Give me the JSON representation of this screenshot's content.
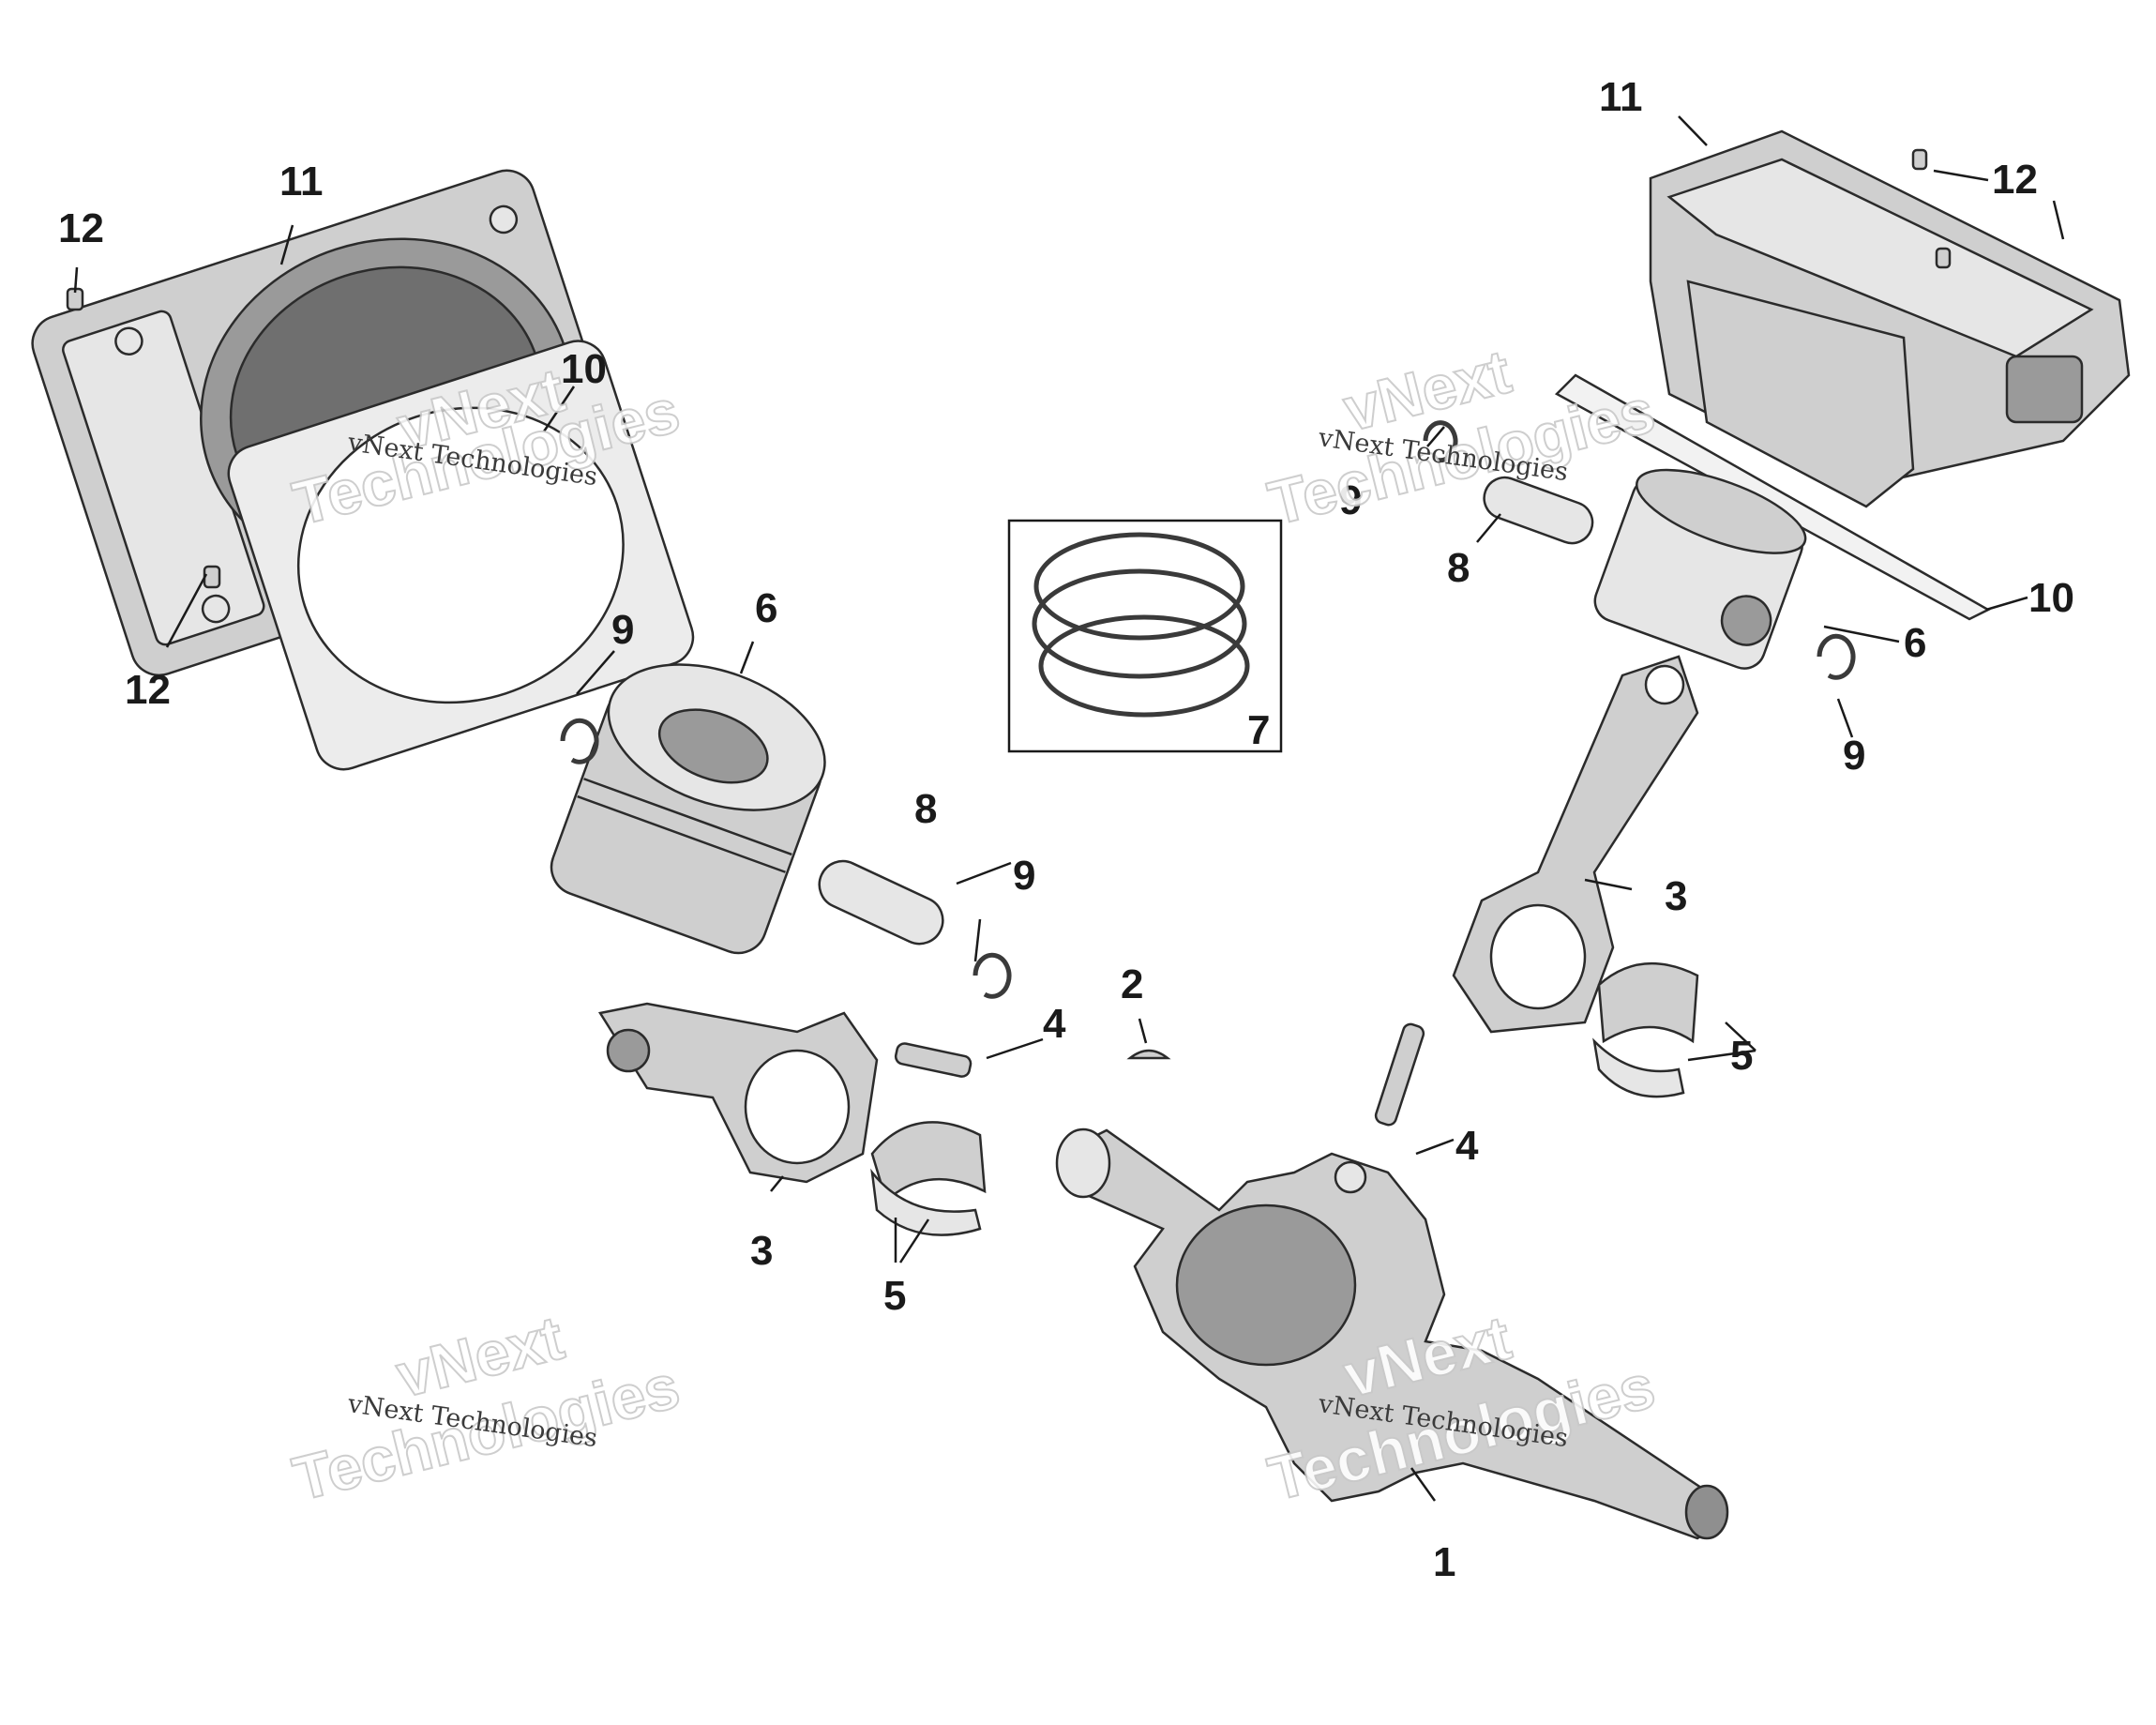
{
  "callouts": {
    "c1": "1",
    "c2": "2",
    "c3a": "3",
    "c3b": "3",
    "c4a": "4",
    "c4b": "4",
    "c5a": "5",
    "c5b": "5",
    "c6a": "6",
    "c6b": "6",
    "c7": "7",
    "c8a": "8",
    "c8b": "8",
    "c9a": "9",
    "c9b": "9",
    "c9c": "9",
    "c9d": "9",
    "c10a": "10",
    "c10b": "10",
    "c11a": "11",
    "c11b": "11",
    "c12a": "12",
    "c12b": "12",
    "c12c": "12"
  },
  "watermark": {
    "line_small": "vNext Technologies",
    "line_big_1": "vNext",
    "line_big_2": "Technologies"
  }
}
